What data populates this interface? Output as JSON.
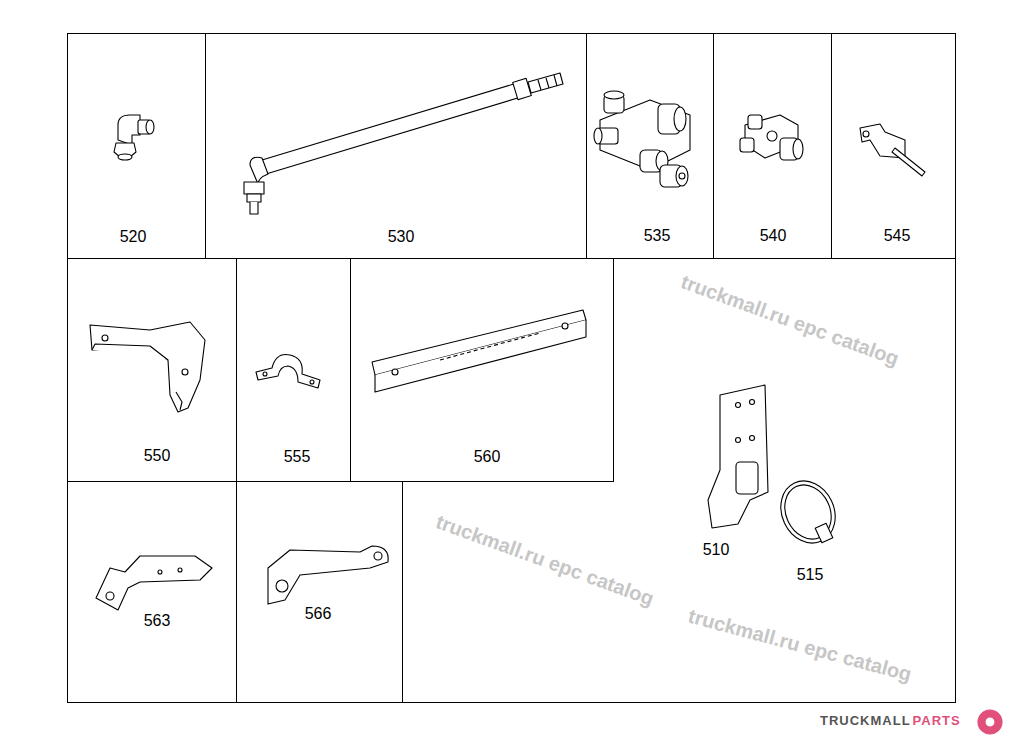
{
  "diagram": {
    "nodes": [
      {
        "text": [
          "510",
          "515"
        ]
      },
      {
        "text": [
          "520"
        ],
        "in": 0
      },
      {
        "text": [
          "530"
        ],
        "in": 0
      },
      {
        "text": [
          "535"
        ],
        "in": 0
      },
      {
        "text": [
          "540"
        ],
        "in": 0
      },
      {
        "text": [
          "545"
        ],
        "in": 0
      },
      {
        "text": [
          "550"
        ],
        "in": 0
      },
      {
        "text": [
          "555"
        ],
        "in": 0
      },
      {
        "text": [
          "560"
        ],
        "in": 0
      },
      {
        "text": [
          "563"
        ],
        "in": 0
      },
      {
        "text": [
          "566"
        ],
        "in": 0
      }
    ],
    "labels": [
      "truckmall.ru epc catalog",
      "truckmall.ru epc catalog",
      "truckmall.ru epc catalog",
      "TRUCKMALL",
      "PARTS"
    ]
  }
}
